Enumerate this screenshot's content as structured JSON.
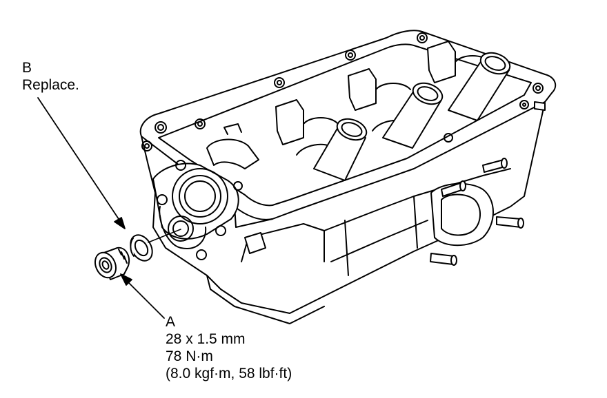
{
  "callouts": {
    "b": {
      "letter": "B",
      "note": "Replace."
    },
    "a": {
      "letter": "A",
      "size": "28 x 1.5 mm",
      "torque_nm": "78 N·m",
      "torque_alt": "(8.0 kgf·m, 58 lbf·ft)"
    }
  },
  "parts": {
    "a": "plug",
    "b": "sealing-washer"
  },
  "colors": {
    "line": "#000000",
    "fill": "#ffffff"
  }
}
